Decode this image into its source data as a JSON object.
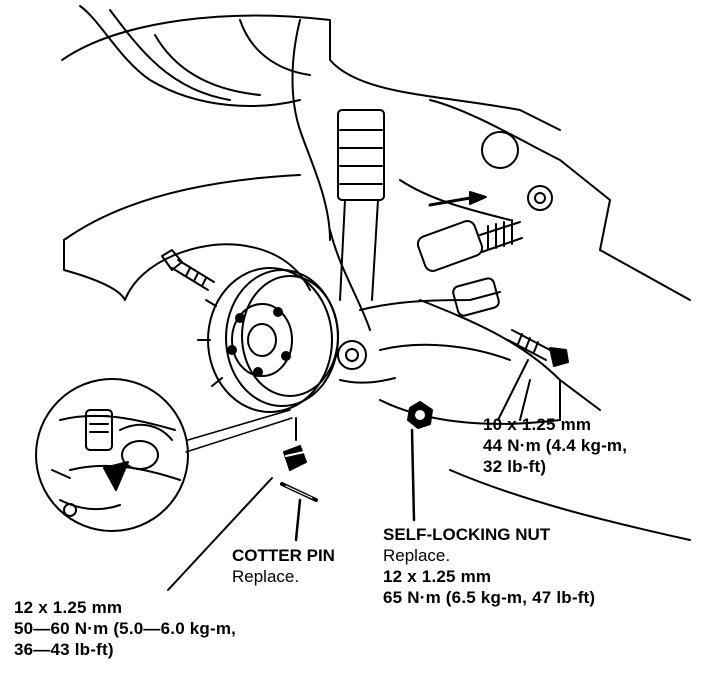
{
  "callouts": {
    "bolt_top": {
      "size": "10 x 1.25 mm",
      "torque": "44 N·m (4.4 kg-m,",
      "torque_cont": "32 lb-ft)"
    },
    "self_locking_nut": {
      "title": "SELF-LOCKING NUT",
      "note": "Replace.",
      "size": "12 x 1.25 mm",
      "torque": "65 N·m (6.5 kg-m, 47 lb-ft)"
    },
    "cotter_pin": {
      "title": "COTTER PIN",
      "note": "Replace."
    },
    "castle_nut": {
      "size": "12 x 1.25 mm",
      "torque": "50—60 N·m (5.0—6.0 kg-m,",
      "torque_cont": "36—43 lb-ft)"
    }
  }
}
